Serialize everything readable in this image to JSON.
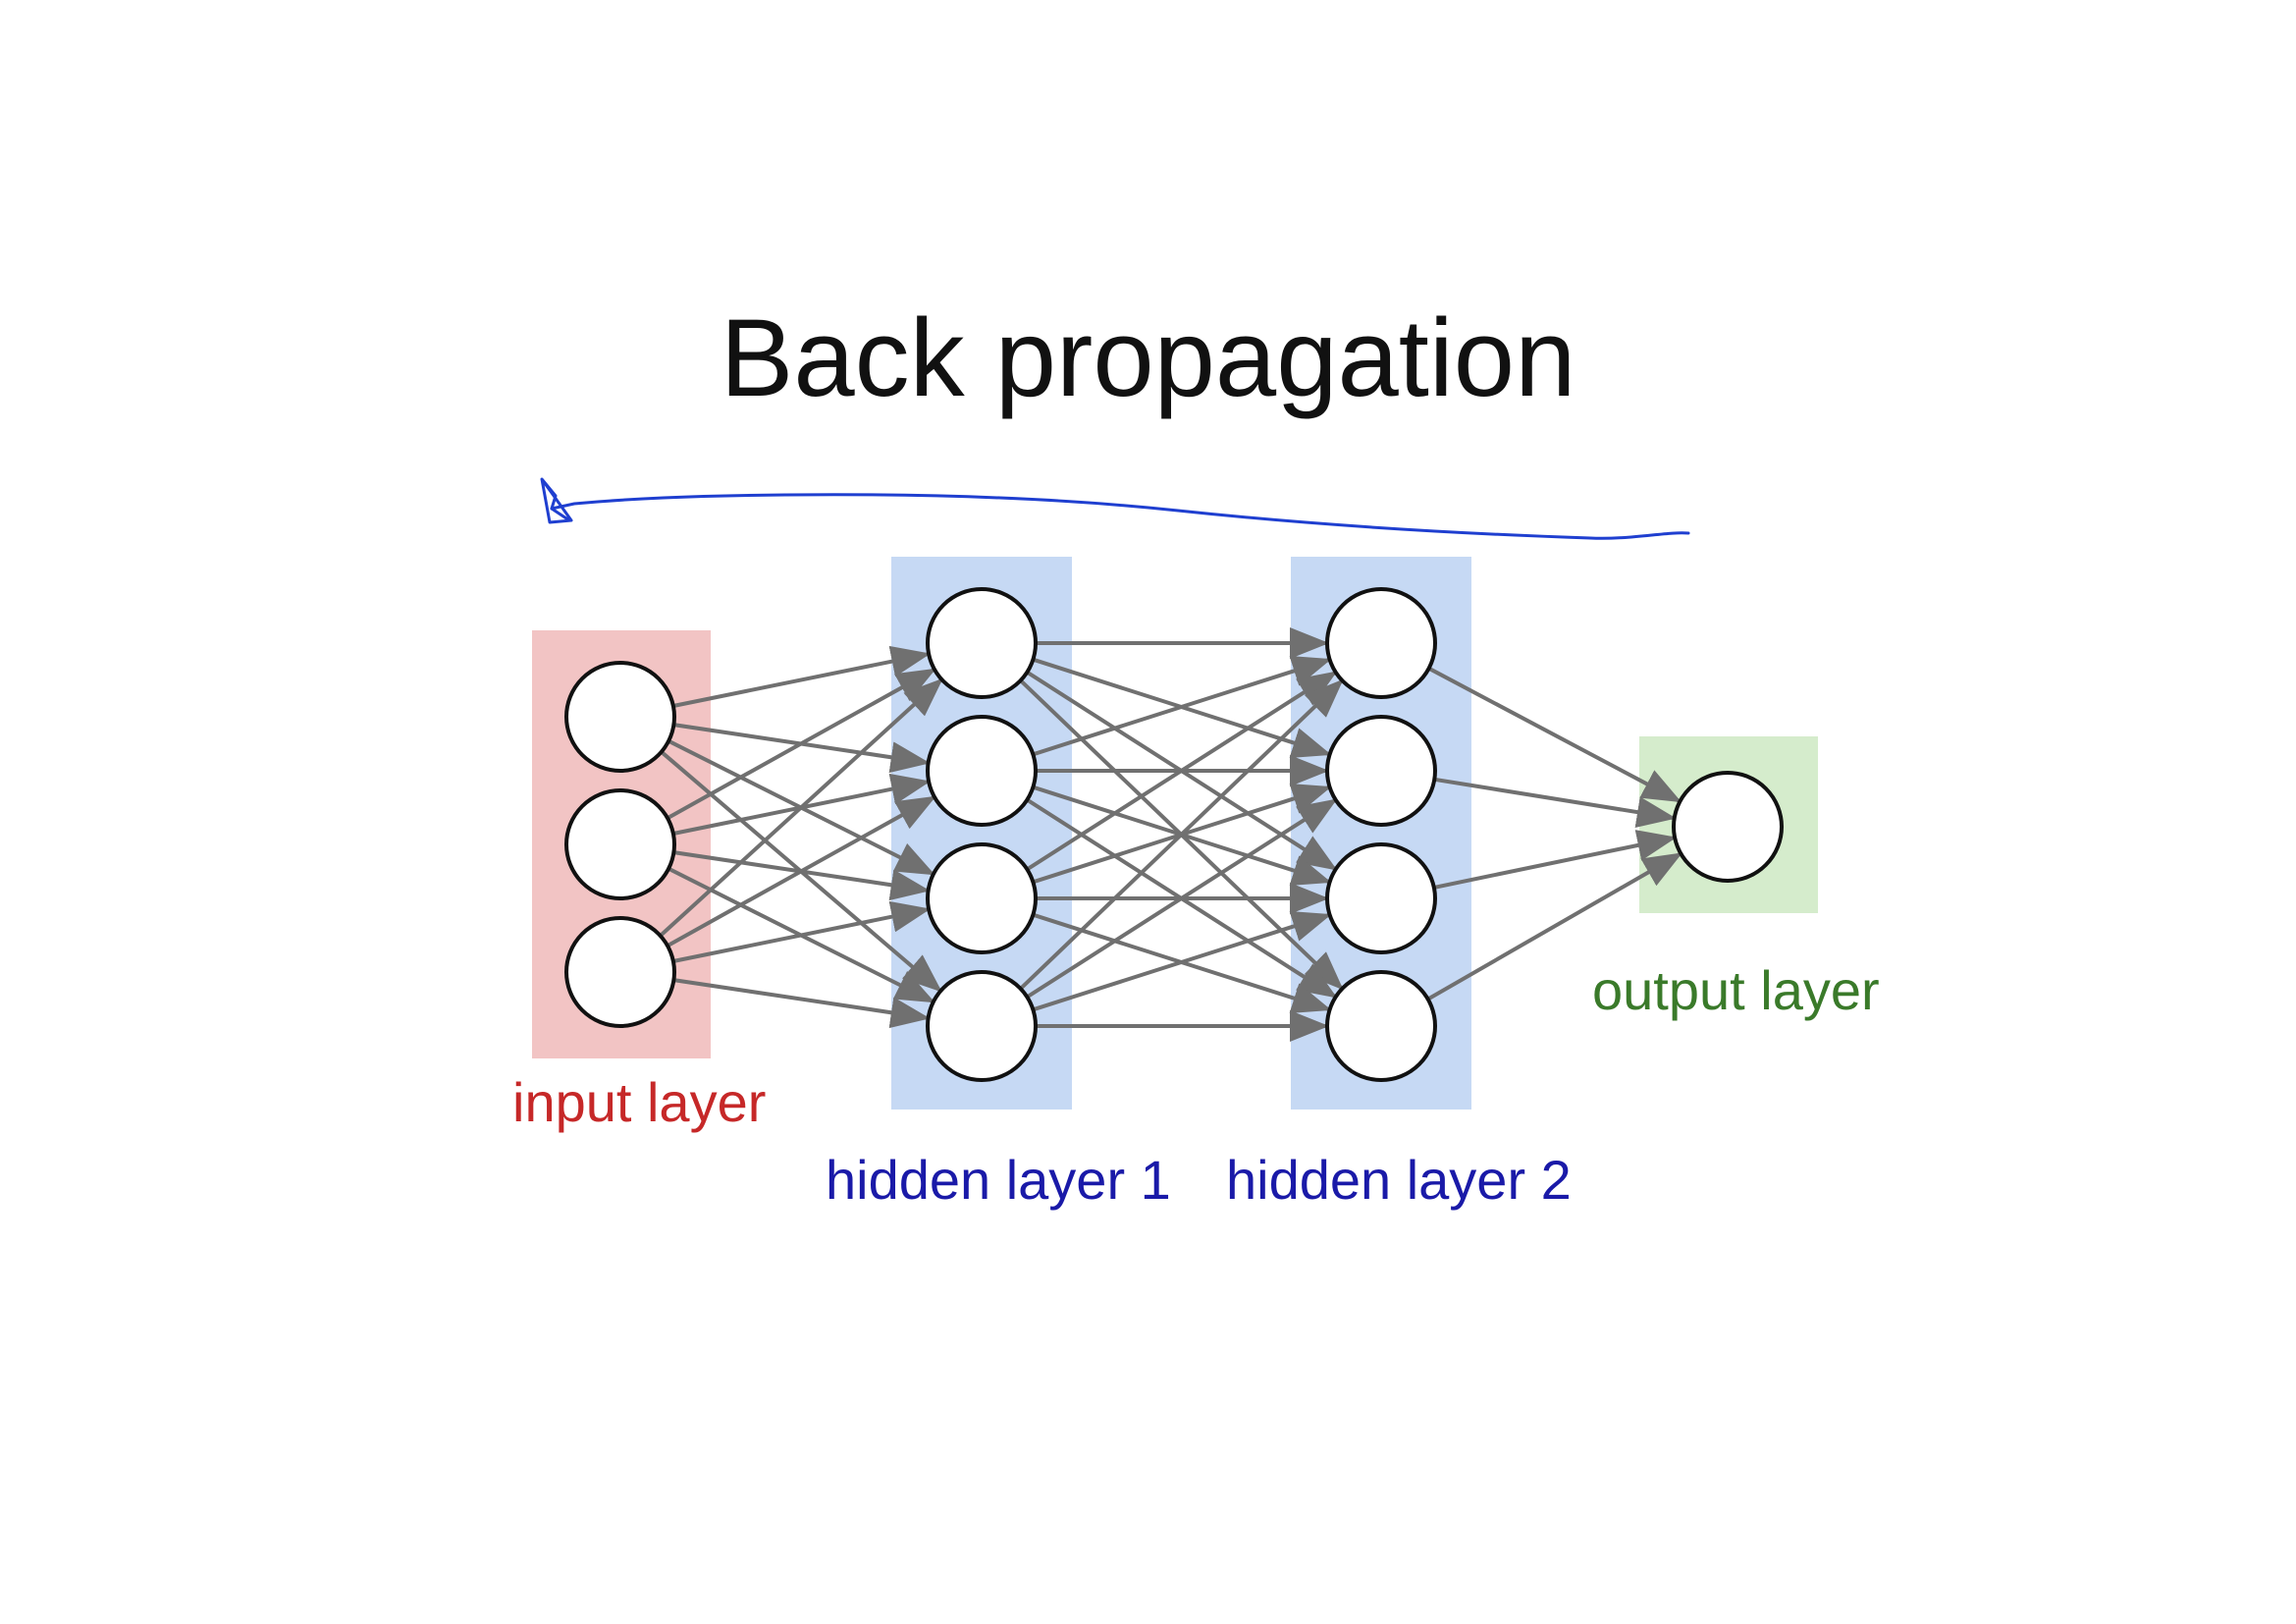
{
  "slide": {
    "title": "Back propagation"
  },
  "diagram": {
    "layers": [
      {
        "name": "input",
        "label": "input layer",
        "neurons": 3,
        "color": "#c62828",
        "bg": "#f2c4c4"
      },
      {
        "name": "hidden-1",
        "label": "hidden layer 1",
        "neurons": 4,
        "color": "#1a1aa8",
        "bg": "#c6d9f4"
      },
      {
        "name": "hidden-2",
        "label": "hidden layer 2",
        "neurons": 4,
        "color": "#1a1aa8",
        "bg": "#c6d9f4"
      },
      {
        "name": "output",
        "label": "output layer",
        "neurons": 1,
        "color": "#3a7a2a",
        "bg": "#d5eccc"
      }
    ],
    "connection_color": "#707070",
    "annotation": {
      "direction": "right-to-left",
      "color": "#1f3fd0"
    }
  }
}
